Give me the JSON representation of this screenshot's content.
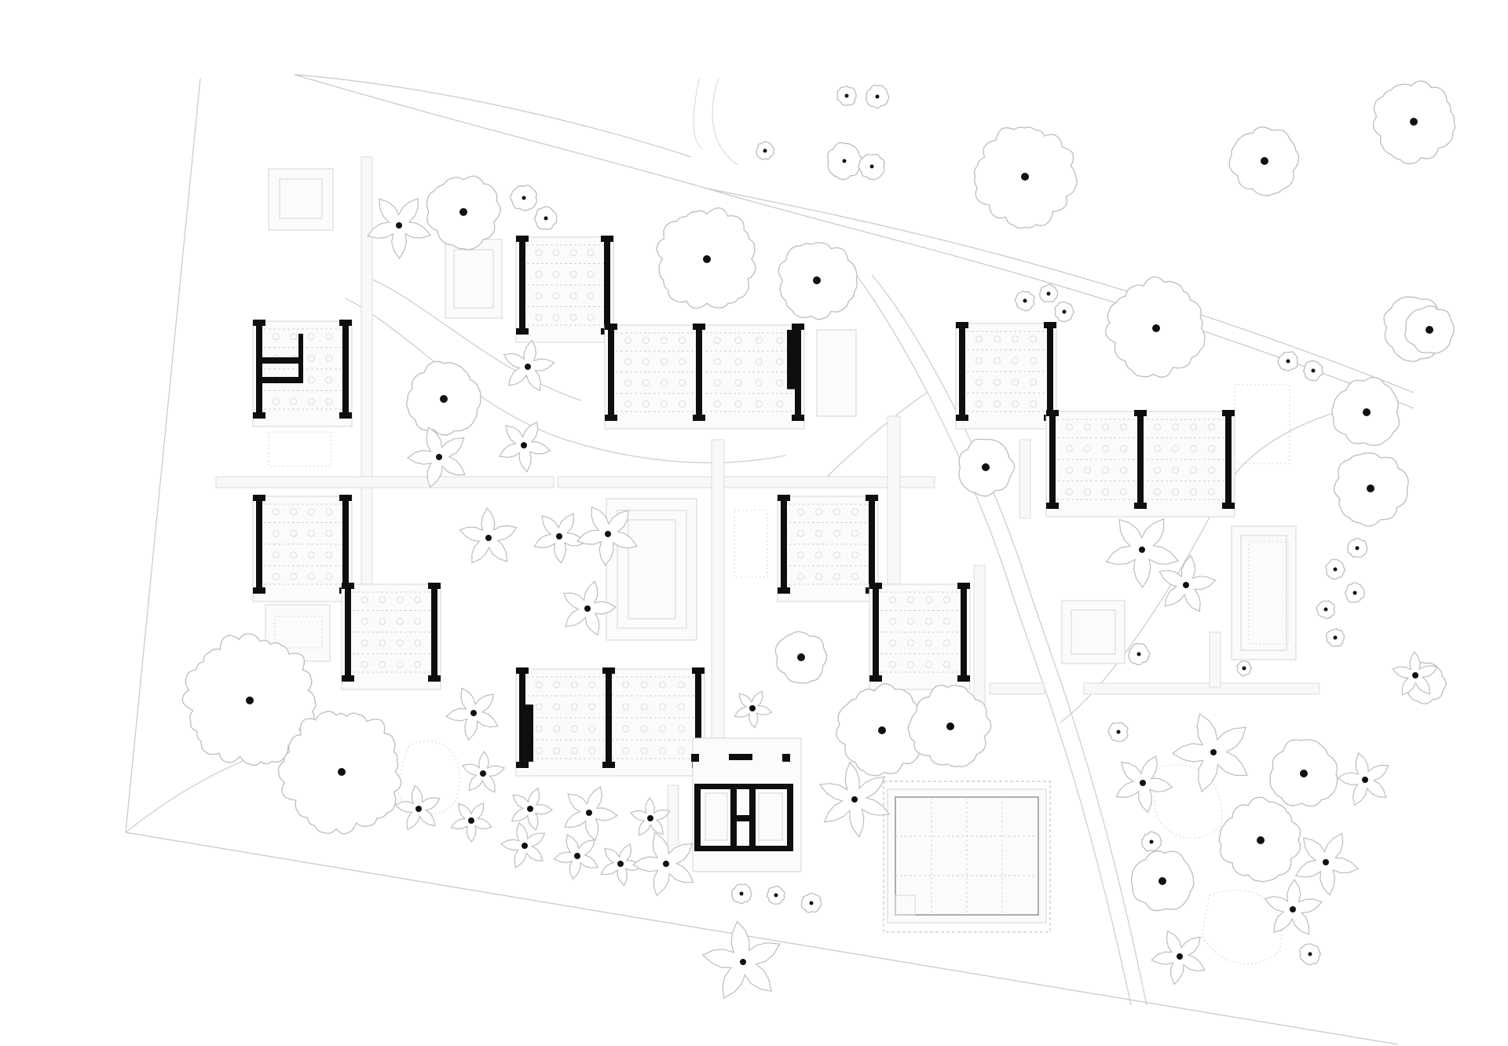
{
  "drawing": {
    "type": "site-plan",
    "colors": {
      "background": "#ffffff",
      "walls": "#0e0e0e",
      "lines": "#c8c8c8",
      "vegetation_hatch": "#b9d6b6"
    },
    "classroom_pavilions": 8,
    "service_buildings": 2,
    "covered_hall": 1,
    "courtyard_pool": 1
  }
}
